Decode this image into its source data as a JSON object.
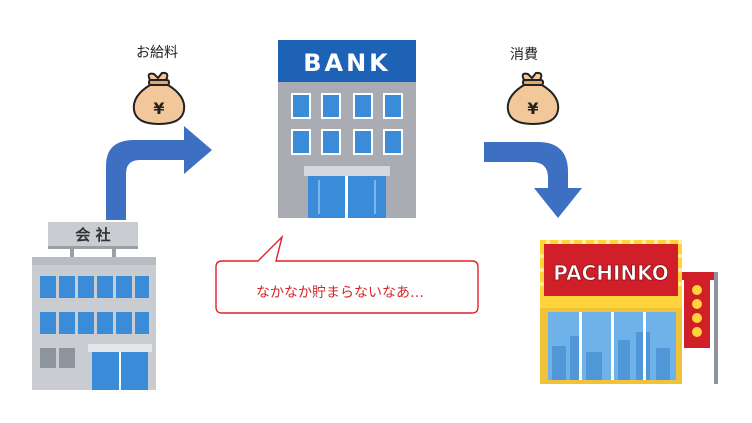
{
  "labels": {
    "salary": "お給料",
    "consumption": "消費"
  },
  "bank_sign": "BANK",
  "company_sign": "会 社",
  "pachinko_sign": "PACHINKO",
  "speech_bubble": "なかなか貯まらないなあ…",
  "money_bag_symbol": "¥",
  "colors": {
    "arrow_blue": "#3d6fc2",
    "bank_sign_blue": "#1e62b5",
    "pachinko_red": "#d11f2a",
    "money_bag": "#f2c79a",
    "speech_border": "#e2212a",
    "window_blue": "#3a8bd8"
  },
  "icons": [
    "company-building-icon",
    "bank-building-icon",
    "pachinko-parlor-icon",
    "money-bag-icon",
    "curved-arrow-icon"
  ]
}
